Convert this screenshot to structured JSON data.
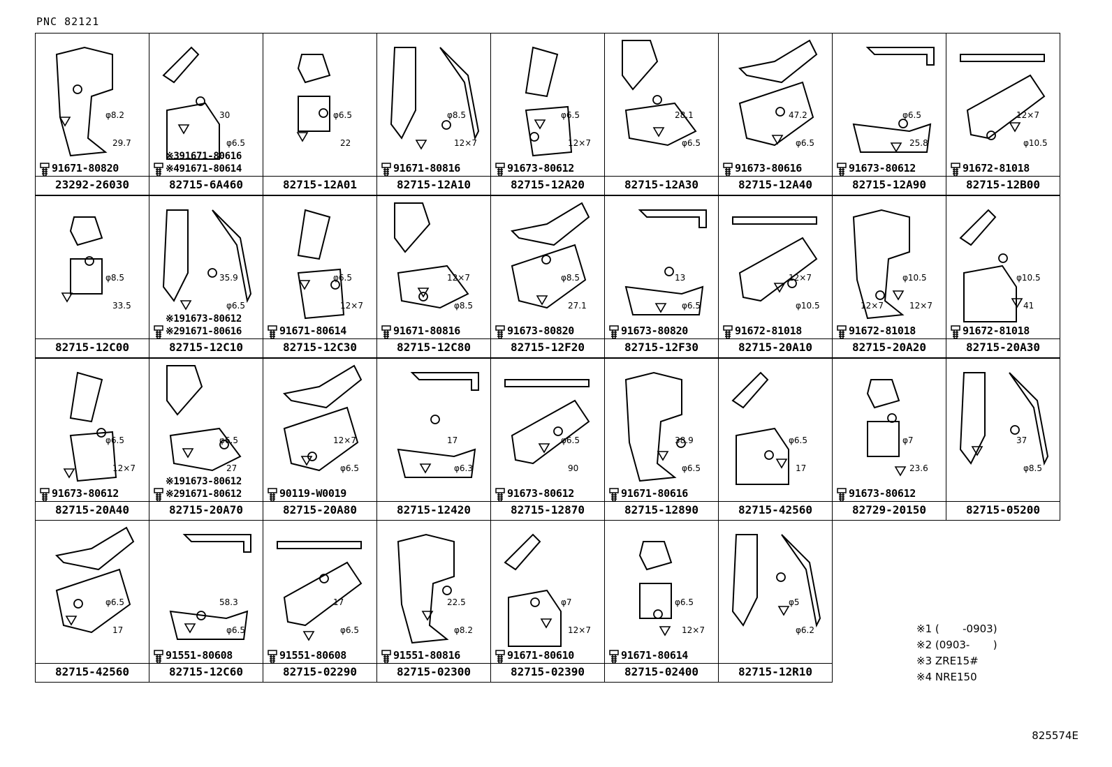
{
  "pnc": "PNC 82121",
  "legend": [
    "※1 (       -0903)",
    "※2 (0903-       )",
    "※3 ZRE15#",
    "※4 NRE150"
  ],
  "reference": "825574E",
  "cells": [
    {
      "part": "23292-26030",
      "bolts": [
        "91671-80820"
      ],
      "dims": [
        "φ8.2",
        "29.7"
      ]
    },
    {
      "part": "82715-6A460",
      "bolts": [
        "※391671-80616",
        "※491671-80614"
      ],
      "dims": [
        "30",
        "φ6.5"
      ]
    },
    {
      "part": "82715-12A01",
      "bolts": [],
      "dims": [
        "φ6.5",
        "22"
      ]
    },
    {
      "part": "82715-12A10",
      "bolts": [
        "91671-80816"
      ],
      "dims": [
        "φ8.5",
        "12×7"
      ]
    },
    {
      "part": "82715-12A20",
      "bolts": [
        "91673-80612"
      ],
      "dims": [
        "φ6.5",
        "12×7"
      ]
    },
    {
      "part": "82715-12A30",
      "bolts": [],
      "dims": [
        "28.1",
        "φ6.5"
      ]
    },
    {
      "part": "82715-12A40",
      "bolts": [
        "91673-80616"
      ],
      "dims": [
        "47.2",
        "φ6.5"
      ]
    },
    {
      "part": "82715-12A90",
      "bolts": [
        "91673-80612"
      ],
      "dims": [
        "φ6.5",
        "25.8"
      ]
    },
    {
      "part": "82715-12B00",
      "bolts": [
        "91672-81018"
      ],
      "dims": [
        "12×7",
        "φ10.5"
      ]
    },
    {
      "part": "82715-12C00",
      "bolts": [],
      "dims": [
        "φ8.5",
        "33.5"
      ]
    },
    {
      "part": "82715-12C10",
      "bolts": [
        "※191673-80612",
        "※291671-80616"
      ],
      "dims": [
        "35.9",
        "φ6.5"
      ]
    },
    {
      "part": "82715-12C30",
      "bolts": [
        "91671-80614"
      ],
      "dims": [
        "φ6.5",
        "12×7"
      ]
    },
    {
      "part": "82715-12C80",
      "bolts": [
        "91671-80816"
      ],
      "dims": [
        "12×7",
        "φ8.5"
      ]
    },
    {
      "part": "82715-12F20",
      "bolts": [
        "91673-80820"
      ],
      "dims": [
        "φ8.5",
        "27.1"
      ]
    },
    {
      "part": "82715-12F30",
      "bolts": [
        "91673-80820"
      ],
      "dims": [
        "13",
        "φ6.5"
      ]
    },
    {
      "part": "82715-20A10",
      "bolts": [
        "91672-81018"
      ],
      "dims": [
        "12×7",
        "φ10.5"
      ]
    },
    {
      "part": "82715-20A20",
      "bolts": [
        "91672-81018"
      ],
      "dims": [
        "φ10.5",
        "12×7",
        "12×7"
      ]
    },
    {
      "part": "82715-20A30",
      "bolts": [
        "91672-81018"
      ],
      "dims": [
        "φ10.5",
        "41"
      ]
    },
    {
      "part": "82715-20A40",
      "bolts": [
        "91673-80612"
      ],
      "dims": [
        "φ6.5",
        "12×7"
      ]
    },
    {
      "part": "82715-20A70",
      "bolts": [
        "※191673-80612",
        "※291671-80612"
      ],
      "dims": [
        "φ6.5",
        "27"
      ]
    },
    {
      "part": "82715-20A80",
      "bolts": [
        "90119-W0019"
      ],
      "dims": [
        "12×7",
        "φ6.5"
      ]
    },
    {
      "part": "82715-12420",
      "bolts": [],
      "dims": [
        "17",
        "φ6.3"
      ]
    },
    {
      "part": "82715-12870",
      "bolts": [
        "91673-80612"
      ],
      "dims": [
        "φ6.5",
        "90"
      ]
    },
    {
      "part": "82715-12890",
      "bolts": [
        "91671-80616"
      ],
      "dims": [
        "38.9",
        "φ6.5"
      ]
    },
    {
      "part": "82715-42560",
      "bolts": [],
      "dims": [
        "φ6.5",
        "17"
      ]
    },
    {
      "part": "82729-20150",
      "bolts": [
        "91673-80612"
      ],
      "dims": [
        "φ7",
        "23.6"
      ]
    },
    {
      "part": "82715-05200",
      "bolts": [],
      "dims": [
        "37",
        "φ8.5"
      ]
    },
    {
      "part": "82715-42560",
      "bolts": [],
      "dims": [
        "φ6.5",
        "17"
      ]
    },
    {
      "part": "82715-12C60",
      "bolts": [
        "91551-80608"
      ],
      "dims": [
        "58.3",
        "φ6.5"
      ]
    },
    {
      "part": "82715-02290",
      "bolts": [
        "91551-80608"
      ],
      "dims": [
        "17",
        "φ6.5"
      ]
    },
    {
      "part": "82715-02300",
      "bolts": [
        "91551-80816"
      ],
      "dims": [
        "22.5",
        "φ8.2"
      ]
    },
    {
      "part": "82715-02390",
      "bolts": [
        "91671-80610"
      ],
      "dims": [
        "φ7",
        "12×7"
      ]
    },
    {
      "part": "82715-02400",
      "bolts": [
        "91671-80614"
      ],
      "dims": [
        "φ6.5",
        "12×7"
      ]
    },
    {
      "part": "82715-12R10",
      "bolts": [],
      "dims": [
        "φ5",
        "φ6.2"
      ]
    }
  ]
}
